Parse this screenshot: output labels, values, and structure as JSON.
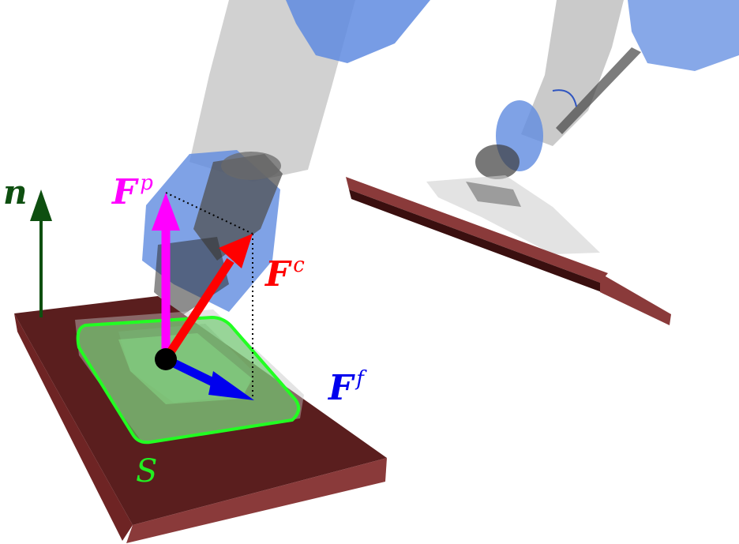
{
  "labels": {
    "normal": {
      "base": "n",
      "color": "#0e4f10"
    },
    "force_p": {
      "base": "F",
      "sup": "p",
      "color": "#ff00ff"
    },
    "force_c": {
      "base": "F",
      "sup": "c",
      "color": "#ff0000"
    },
    "force_f": {
      "base": "F",
      "sup": "f",
      "color": "#0000ee"
    },
    "support": {
      "base": "S",
      "color": "#22ee22"
    }
  },
  "colors": {
    "plate_top": "#6e1f1f",
    "plate_side": "#8a3a3a",
    "plate_front": "#4a1515",
    "support_outline": "#22ff22",
    "support_fill": "#66cc66",
    "robot_blue": "#5f8be0",
    "robot_gray": "#bdbdbd",
    "vector_dot": "#000000"
  }
}
